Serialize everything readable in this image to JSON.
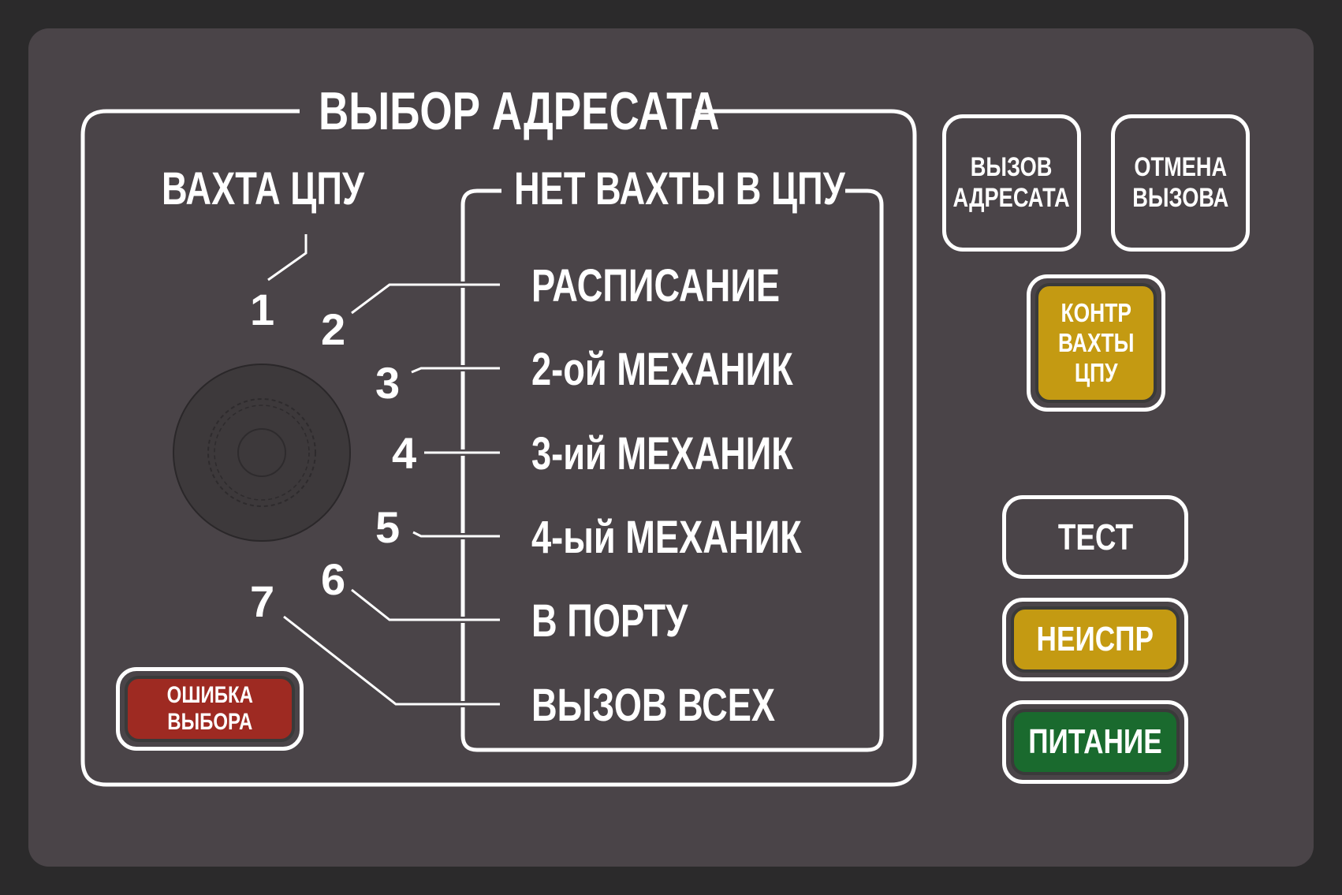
{
  "panel": {
    "title": "ВЫБОР АДРЕСАТА",
    "left_heading": "ВАХТА ЦПУ",
    "right_heading": "НЕТ ВАХТЫ В ЦПУ"
  },
  "positions": [
    {
      "number": "1",
      "label": ""
    },
    {
      "number": "2",
      "label": "РАСПИСАНИЕ"
    },
    {
      "number": "3",
      "label": "2-ой МЕХАНИК"
    },
    {
      "number": "4",
      "label": "3-ий МЕХАНИК"
    },
    {
      "number": "5",
      "label": "4-ый МЕХАНИК"
    },
    {
      "number": "6",
      "label": "В ПОРТУ"
    },
    {
      "number": "7",
      "label": "ВЫЗОВ ВСЕХ"
    }
  ],
  "buttons": {
    "call": {
      "line1": "ВЫЗОВ",
      "line2": "АДРЕСАТА"
    },
    "cancel": {
      "line1": "ОТМЕНА",
      "line2": "ВЫЗОВА"
    },
    "watch_control": {
      "line1": "КОНТР",
      "line2": "ВАХТЫ",
      "line3": "ЦПУ"
    },
    "test": "ТЕСТ",
    "fault": "НЕИСПР",
    "power": "ПИТАНИЕ",
    "selection_error": {
      "line1": "ОШИБКА",
      "line2": "ВЫБОРА"
    }
  },
  "colors": {
    "panel": "#4a4448",
    "amber": "#c49a12",
    "green": "#1a6a2e",
    "red": "#9e2a22"
  },
  "icons": {
    "selector_knob": "rotary-selector-knob"
  }
}
